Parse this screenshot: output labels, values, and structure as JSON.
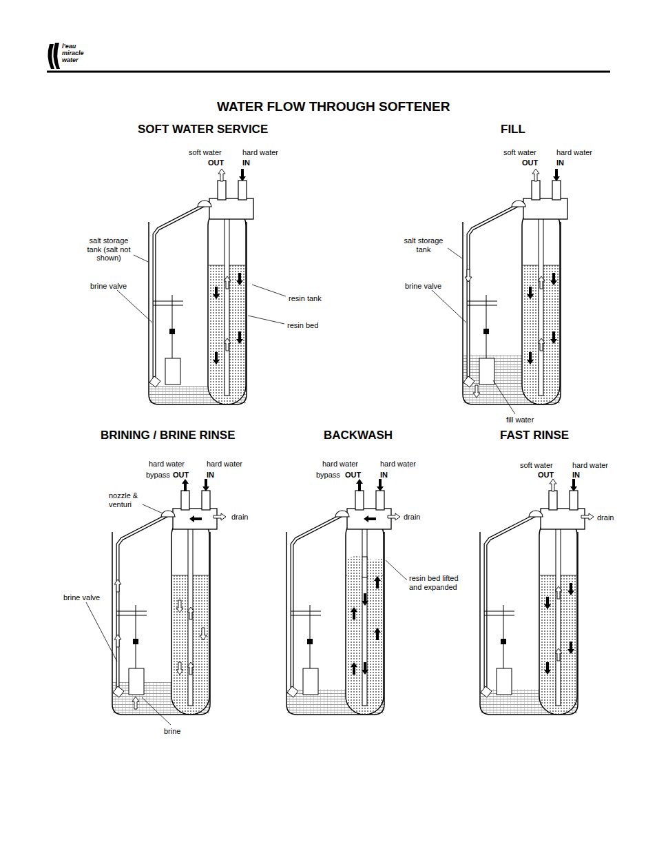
{
  "diagram": {
    "title": "WATER FLOW THROUGH SOFTENER",
    "labels": [
      "l'eau",
      "miracle",
      "water",
      "SOFT WATER SERVICE",
      "FILL",
      "soft water",
      "OUT",
      "hard water",
      "IN",
      "salt storage tank (salt not shown)",
      "brine valve",
      "resin tank",
      "resin bed",
      "soft water",
      "OUT",
      "hard water",
      "IN",
      "salt storage tank",
      "brine valve",
      "fill water",
      "BRINING / BRINE RINSE",
      "BACKWASH",
      "FAST RINSE",
      "hard water",
      "bypass",
      "OUT",
      "hard water",
      "IN",
      "nozzle & venturi",
      "drain",
      "brine valve",
      "brine",
      "hard water",
      "bypass",
      "OUT",
      "hard water",
      "IN",
      "drain",
      "resin bed lifted and expanded",
      "soft water",
      "OUT",
      "hard water",
      "IN",
      "drain"
    ]
  }
}
